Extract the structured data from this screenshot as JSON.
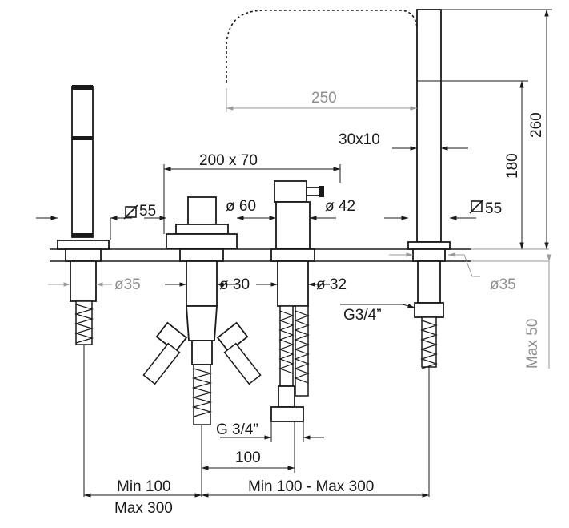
{
  "dimensions": {
    "spout_reach": "250",
    "total_height": "260",
    "spout_body_height": "180",
    "spout_section": "30x10",
    "handle_spacing": "200 x 70",
    "flange_left": "55",
    "flange_right": "55",
    "diverter_flange": "ø 60",
    "mixer_flange": "ø 42",
    "hole_left": "ø35",
    "hole_right": "ø35",
    "hole_diverter": "ø 30",
    "hole_mixer": "ø 32",
    "thread_spout": "G3/4”",
    "thread_mixer": "G 3/4”",
    "deck_thickness": "Max 50",
    "hose_spacing": "100",
    "left_min": "Min 100",
    "left_max": "Max 300",
    "center_range": "Min 100 - Max 300"
  }
}
